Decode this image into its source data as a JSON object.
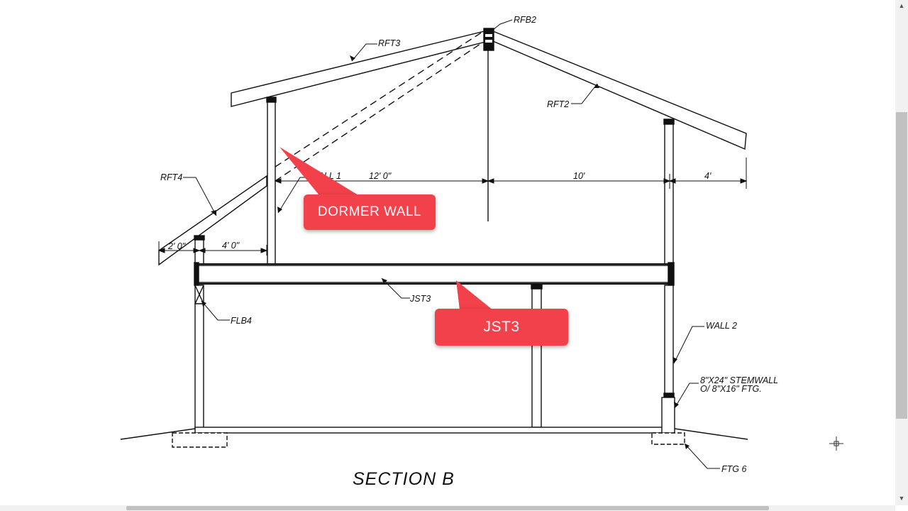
{
  "drawing": {
    "title": "SECTION  B",
    "labels": {
      "rfb2": "RFB2",
      "rft3": "RFT3",
      "rft2": "RFT2",
      "rft4": "RFT4",
      "wall1": "WALL 1",
      "wall2": "WALL 2",
      "jst3": "JST3",
      "flb4": "FLB4",
      "stemwall_1": "8\"X24\" STEMWALL",
      "stemwall_2": "O/ 8\"X16\" FTG.",
      "ftg6": "FTG 6"
    },
    "dimensions": {
      "d12": "12' 0\"",
      "d10": "10'",
      "d4": "4'",
      "d2": "2' 0\"",
      "d4b": "4' 0\""
    }
  },
  "callouts": {
    "dormer_wall": "DORMER WALL",
    "jst3": "JST3"
  },
  "colors": {
    "callout": "#f2414a",
    "line": "#111111"
  },
  "icons": {
    "cursor": "crosshair-move-icon"
  }
}
